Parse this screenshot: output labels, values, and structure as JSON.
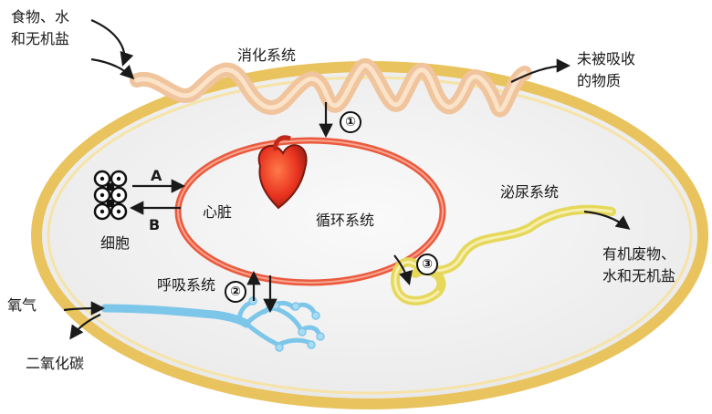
{
  "labels": {
    "food_line1": "食物、水",
    "food_line2": "和无机盐",
    "digestive": "消化系统",
    "unabsorbed_line1": "未被吸收",
    "unabsorbed_line2": "的物质",
    "marker1": "①",
    "letter_a": "A",
    "letter_b": "B",
    "cells": "细胞",
    "heart": "心脏",
    "circulatory": "循环系统",
    "urinary": "泌尿系统",
    "waste_line1": "有机废物、",
    "waste_line2": "水和无机盐",
    "marker3": "③",
    "respiratory": "呼吸系统",
    "marker2": "②",
    "oxygen": "氧气",
    "co2": "二氧化碳"
  },
  "colors": {
    "body_rim": "#e9c35d",
    "body_fill": "#f2f2f2",
    "digestive_tract": "#f0c49c",
    "circulation_loop": "#ea5a3e",
    "heart": "#e8321f",
    "urinary_tract": "#e6d85a",
    "respiratory_tract": "#7cc6ea",
    "arrow": "#1a1a1a"
  }
}
